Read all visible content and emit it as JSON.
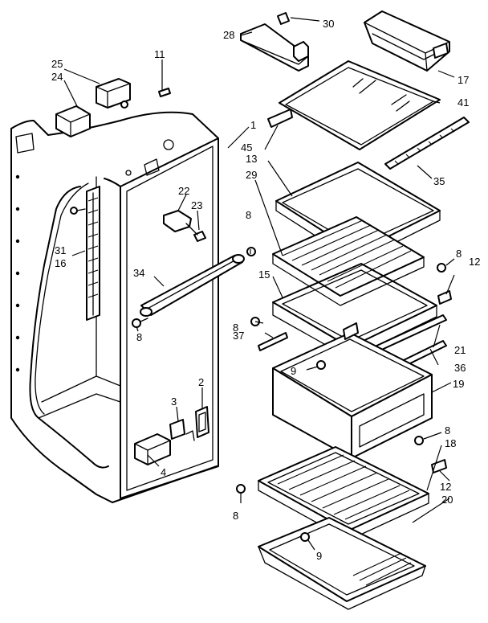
{
  "labels": [
    {
      "id": "1",
      "text": "1"
    },
    {
      "id": "2",
      "text": "2"
    },
    {
      "id": "3",
      "text": "3"
    },
    {
      "id": "4",
      "text": "4"
    },
    {
      "id": "8a",
      "text": "8"
    },
    {
      "id": "8b",
      "text": "8"
    },
    {
      "id": "8c",
      "text": "8"
    },
    {
      "id": "8d",
      "text": "8"
    },
    {
      "id": "8e",
      "text": "8"
    },
    {
      "id": "8f",
      "text": "8"
    },
    {
      "id": "9a",
      "text": "9"
    },
    {
      "id": "9b",
      "text": "9"
    },
    {
      "id": "11",
      "text": "11"
    },
    {
      "id": "12a",
      "text": "12"
    },
    {
      "id": "12b",
      "text": "12"
    },
    {
      "id": "13",
      "text": "13"
    },
    {
      "id": "15",
      "text": "15"
    },
    {
      "id": "16",
      "text": "16"
    },
    {
      "id": "17",
      "text": "17"
    },
    {
      "id": "18",
      "text": "18"
    },
    {
      "id": "19",
      "text": "19"
    },
    {
      "id": "20",
      "text": "20"
    },
    {
      "id": "21",
      "text": "21"
    },
    {
      "id": "22",
      "text": "22"
    },
    {
      "id": "23",
      "text": "23"
    },
    {
      "id": "24",
      "text": "24"
    },
    {
      "id": "25",
      "text": "25"
    },
    {
      "id": "28",
      "text": "28"
    },
    {
      "id": "29",
      "text": "29"
    },
    {
      "id": "30",
      "text": "30"
    },
    {
      "id": "31",
      "text": "31"
    },
    {
      "id": "34",
      "text": "34"
    },
    {
      "id": "35",
      "text": "35"
    },
    {
      "id": "36",
      "text": "36"
    },
    {
      "id": "37",
      "text": "37"
    },
    {
      "id": "41",
      "text": "41"
    },
    {
      "id": "45",
      "text": "45"
    }
  ]
}
